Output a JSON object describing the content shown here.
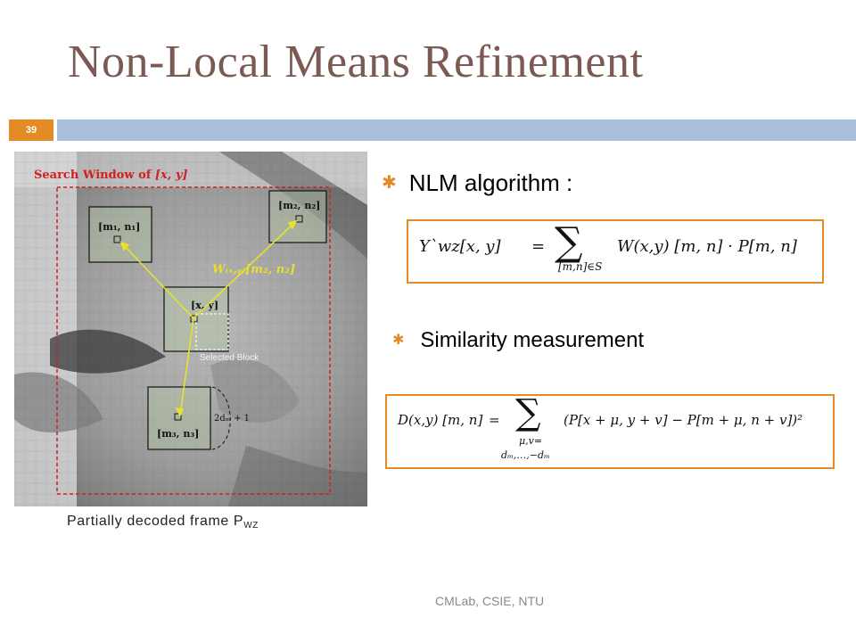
{
  "slide": {
    "title": "Non-Local Means Refinement",
    "page_number": "39",
    "bullet1": "NLM algorithm :",
    "bullet2": "Similarity measurement",
    "caption_text": "Partially decoded frame  P",
    "caption_sub": "WZ",
    "footer": "CMLab, CSIE, NTU"
  },
  "figure": {
    "search_window_label_text": "Search Window of ",
    "search_window_label_math": "[x, y]",
    "block_center_label": "[x, y]",
    "block1_label": "[m₁, n₁]",
    "block2_label": "[m₂, n₂]",
    "block3_label": "[m₃, n₃]",
    "weight_label": "W₍ₓ,ᵧ₎[m₂, n₂]",
    "selected_block_label": "Selected Block",
    "size_label": "2dₘ + 1"
  },
  "formula1": {
    "lhs": "Y`wz[x, y]",
    "equals": "=",
    "sum": "∑",
    "sum_sub": "[m,n]∈S",
    "rhs": "W(x,y) [m, n] · P[m, n]"
  },
  "formula2": {
    "lhs": "D(x,y) [m, n]",
    "equals": "=",
    "sum": "∑",
    "sum_sub1": "μ,v=",
    "sum_sub2": "dₘ,…,−dₘ",
    "rhs": "(P[x + μ, y + v] − P[m + μ, n + v])²"
  },
  "colors": {
    "title": "#7a5a52",
    "accent_orange": "#e48a27",
    "bar_blue": "#a9bfd9",
    "search_window_red": "#d21f1f",
    "arrow_yellow": "#e8e22a"
  },
  "icons": {
    "bullet": "asterisk-bullet-icon"
  }
}
